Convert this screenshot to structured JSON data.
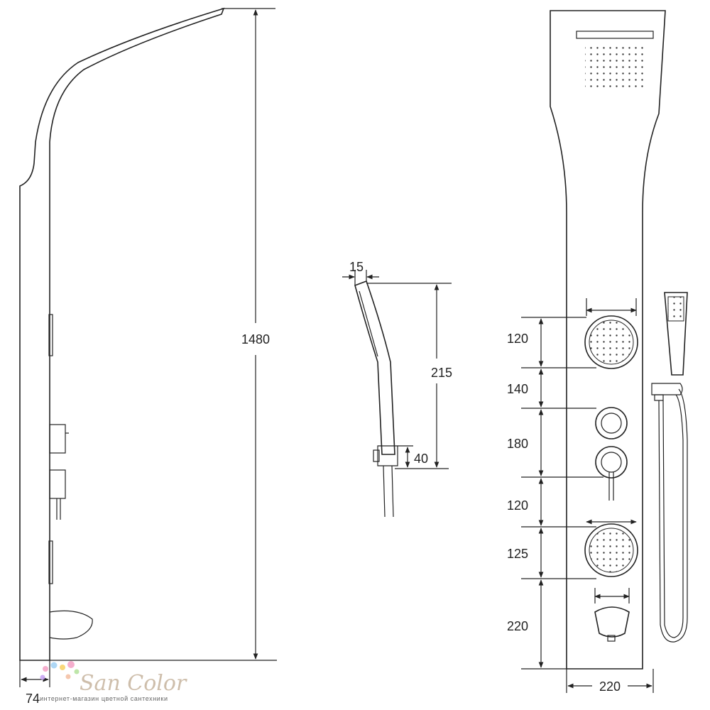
{
  "dimensions": {
    "height_total": "1480",
    "side_depth": "74",
    "handshower_thickness": "15",
    "handshower_length": "215",
    "handshower_holder": "40",
    "front_width": "220",
    "front_spacing": [
      "120",
      "140",
      "180",
      "120",
      "125",
      "220"
    ]
  },
  "watermark": {
    "brand": "San Color",
    "tagline": "интернет-магазин цветной сантехники"
  },
  "colors": {
    "line": "#222222",
    "watermark": "#c9b8a3"
  }
}
